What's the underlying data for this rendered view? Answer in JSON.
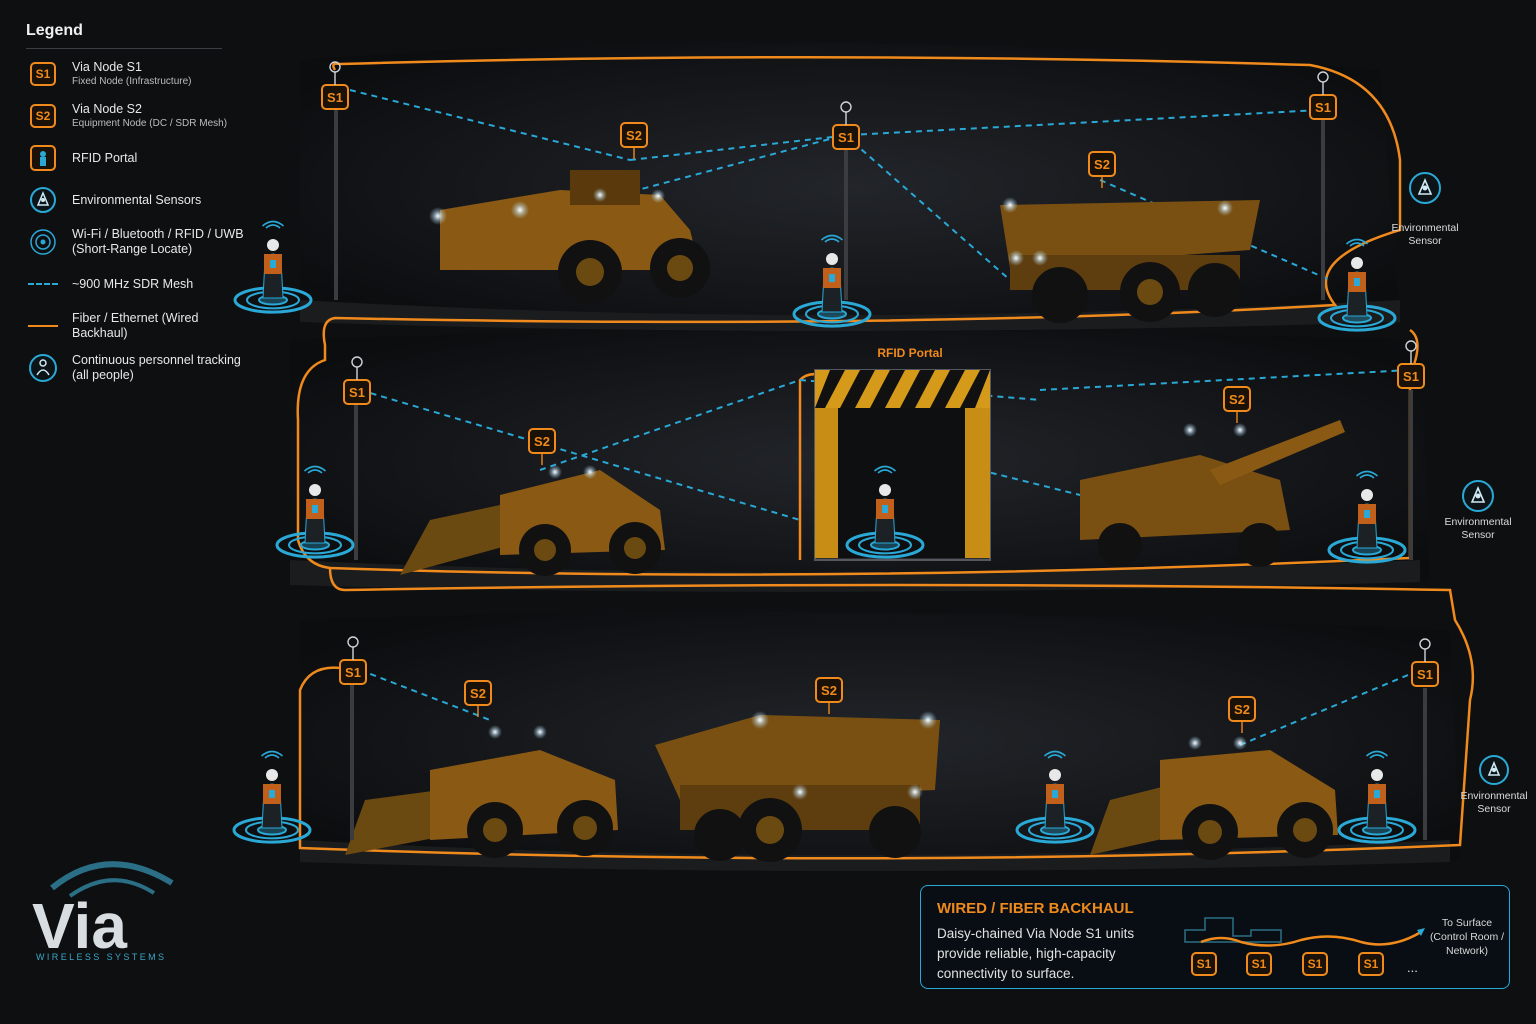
{
  "legend": {
    "title": "Legend",
    "s1_badge": "S1",
    "s1_name": "Via Node S1",
    "s1_desc": "Fixed Node (Infrastructure)",
    "s2_badge": "S2",
    "s2_name": "Via Node S2",
    "s2_desc": "Equipment Node (DC / SDR Mesh)",
    "rfid": "RFID Portal",
    "env": "Environmental Sensors",
    "wifi_line1": "Wi-Fi / Bluetooth / RFID / UWB",
    "wifi_line2": "(Short-Range Locate)",
    "sdr": "~900 MHz SDR Mesh",
    "fiber": "Fiber / Ethernet (Wired Backhaul)",
    "tracking_line1": "Continuous personnel tracking",
    "tracking_line2": "(all people)"
  },
  "labels": {
    "s1": "S1",
    "s2": "S2",
    "rfid_portal": "RFID Portal",
    "env_line1": "Environmental",
    "env_line2": "Sensor"
  },
  "logo": {
    "mark": "Via",
    "tagline": "WIRELESS SYSTEMS"
  },
  "backhaul": {
    "title": "WIRED / FIBER BACKHAUL",
    "desc_line1": "Daisy-chained Via Node S1 units",
    "desc_line2": "provide reliable, high-capacity",
    "desc_line3": "connectivity to surface.",
    "to_line1": "To Surface",
    "to_line2": "(Control Room /",
    "to_line3": "Network)",
    "ellipsis": "...",
    "chain": [
      "S1",
      "S1",
      "S1",
      "S1"
    ]
  },
  "colors": {
    "fiber": "#f08a1c",
    "mesh": "#2aa8d6",
    "badge_bg": "#1a1208",
    "rock": "#15171a"
  }
}
